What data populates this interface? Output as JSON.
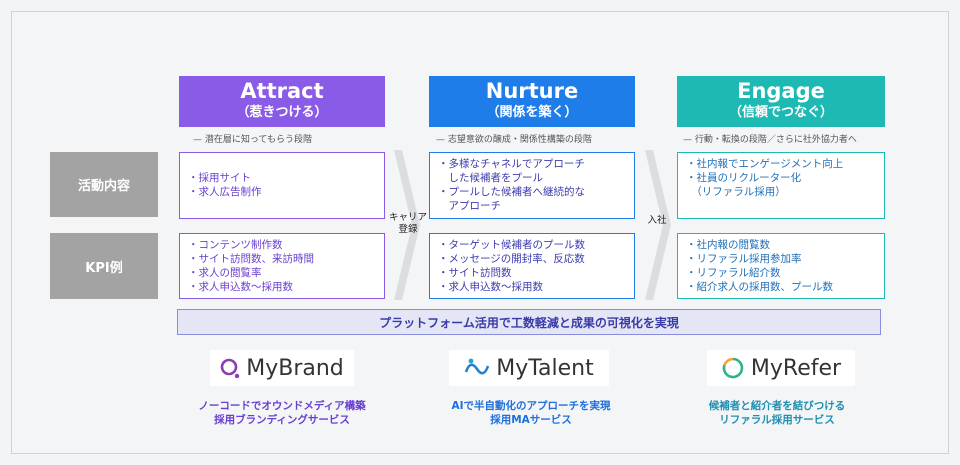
{
  "phases": [
    {
      "title": "Attract",
      "subtitle": "（惹きつける）",
      "note": "— 潜在層に知ってもらう段階"
    },
    {
      "title": "Nurture",
      "subtitle": "（関係を築く）",
      "note": "— 志望意欲の醸成・関係性構築の段階"
    },
    {
      "title": "Engage",
      "subtitle": "（信頼でつなぐ）",
      "note": "— 行動・転換の段階／さらに社外協力者へ"
    }
  ],
  "rows": {
    "activities": "活動内容",
    "kpi": "KPI例"
  },
  "activities": {
    "attract": [
      "・採用サイト",
      "・求人広告制作"
    ],
    "nurture": [
      "・多様なチャネルでアプローチ",
      "　した候補者をプール",
      "・プールした候補者へ継続的な",
      "　アプローチ"
    ],
    "engage": [
      "・社内報でエンゲージメント向上",
      "・社員のリクルーター化",
      "　（リファラル採用）"
    ]
  },
  "kpis": {
    "attract": [
      "・コンテンツ制作数",
      "・サイト訪問数、来訪時間",
      "・求人の閲覧率",
      "・求人申込数～採用数"
    ],
    "nurture": [
      "・ターゲット候補者のプール数",
      "・メッセージの開封率、反応数",
      "・サイト訪問数",
      "・求人申込数～採用数"
    ],
    "engage": [
      "・社内報の閲覧数",
      "・リファラル採用参加率",
      "・リファラル紹介数",
      "・紹介求人の採用数、プール数"
    ]
  },
  "flow_labels": {
    "career_registration": "キャリア\n登録",
    "joining": "入社"
  },
  "banner": "プラットフォーム活用で工数軽減と成果の可視化を実現",
  "products": [
    {
      "name": "MyBrand",
      "description": "ノーコードでオウンドメディア構築\n採用ブランディングサービス"
    },
    {
      "name": "MyTalent",
      "description": "AIで半自動化のアプローチを実現\n採用MAサービス"
    },
    {
      "name": "MyRefer",
      "description": "候補者と紹介者を結びつける\nリファラル採用サービス"
    }
  ],
  "colors": {
    "attract": "#8a5be6",
    "nurture": "#1f7dea",
    "engage": "#1fb9b4",
    "row_label": "#a3a3a3"
  }
}
